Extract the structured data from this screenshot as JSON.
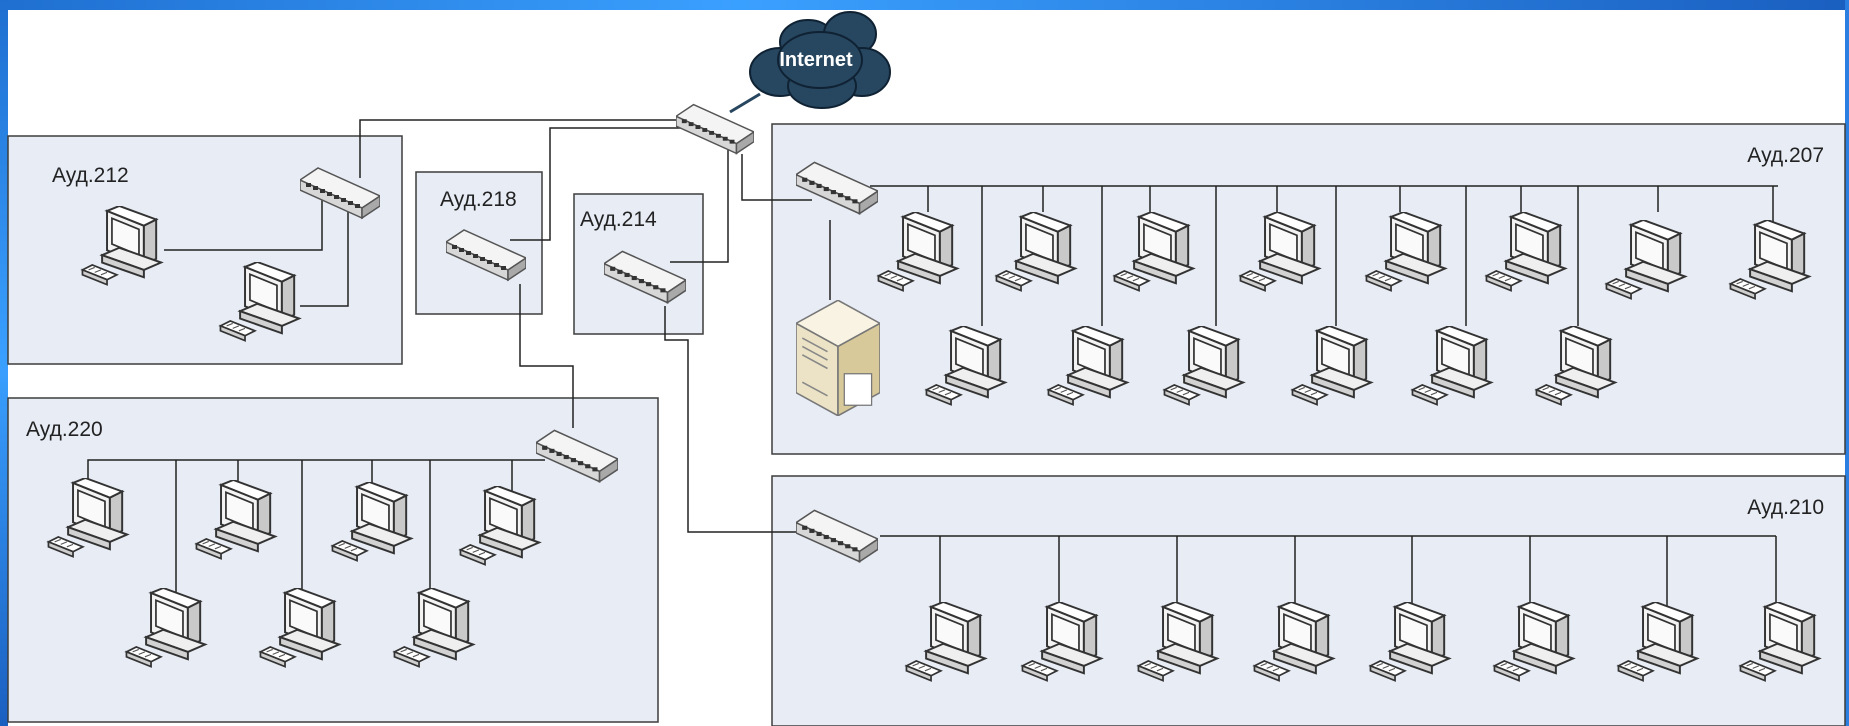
{
  "cloud": {
    "label": "Internet"
  },
  "rooms": {
    "r212": {
      "label": "Ауд.212"
    },
    "r218": {
      "label": "Ауд.218"
    },
    "r214": {
      "label": "Ауд.214"
    },
    "r207": {
      "label": "Ауд.207"
    },
    "r220": {
      "label": "Ауд.220"
    },
    "r210": {
      "label": "Ауд.210"
    }
  },
  "colors": {
    "room_fill": "#e7ecf5",
    "room_stroke": "#3d3d3d",
    "line": "#222222",
    "frame": "#2a7fe0",
    "cloud": "#27465f"
  }
}
